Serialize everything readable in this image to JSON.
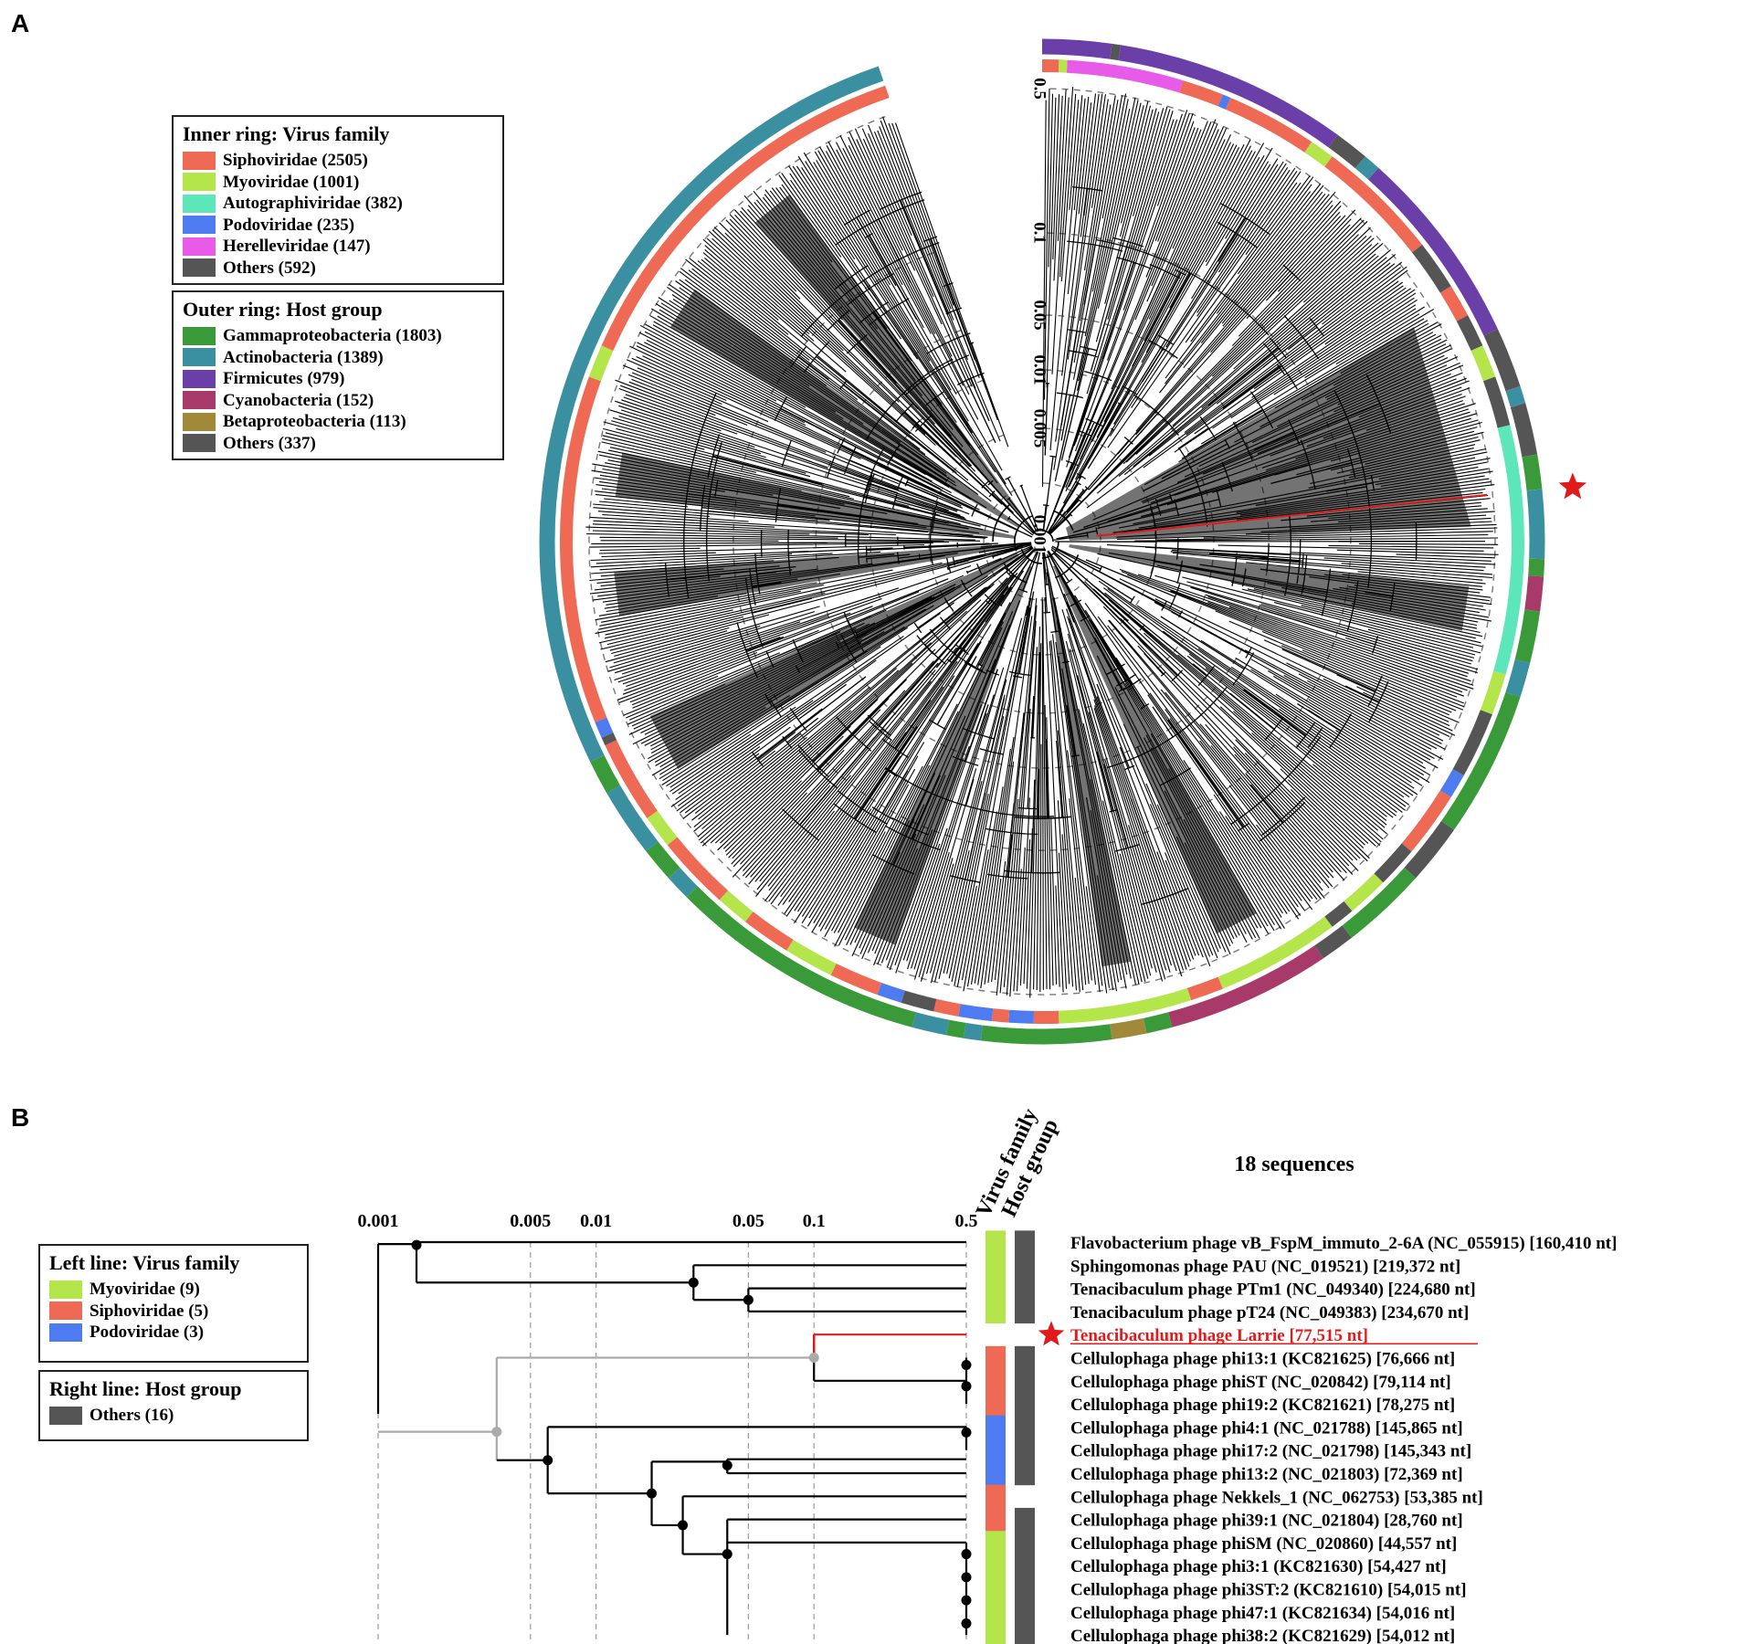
{
  "panels": {
    "a": "A",
    "b": "B"
  },
  "colors": {
    "siphoviridae": "#ee6a55",
    "myoviridae": "#b4e64b",
    "autographiviridae": "#5de6b9",
    "podoviridae": "#4f7bf0",
    "herelleviridae": "#e85ae8",
    "others": "#555555",
    "gammaproteobacteria": "#3a9a3a",
    "actinobacteria": "#3a8fa0",
    "firmicutes": "#6a40a8",
    "cyanobacteria": "#a83a6a",
    "betaproteobacteria": "#a08a3a",
    "highlight": "#e11b1b"
  },
  "panel_a": {
    "inner_legend": {
      "title": "Inner ring: Virus family",
      "items": [
        {
          "label": "Siphoviridae (2505)",
          "color": "#ee6a55"
        },
        {
          "label": "Myoviridae (1001)",
          "color": "#b4e64b"
        },
        {
          "label": "Autographiviridae (382)",
          "color": "#5de6b9"
        },
        {
          "label": "Podoviridae (235)",
          "color": "#4f7bf0"
        },
        {
          "label": "Herelleviridae (147)",
          "color": "#e85ae8"
        },
        {
          "label": "Others (592)",
          "color": "#555555"
        }
      ]
    },
    "outer_legend": {
      "title": "Outer ring: Host group",
      "items": [
        {
          "label": "Gammaproteobacteria (1803)",
          "color": "#3a9a3a"
        },
        {
          "label": "Actinobacteria (1389)",
          "color": "#3a8fa0"
        },
        {
          "label": "Firmicutes (979)",
          "color": "#6a40a8"
        },
        {
          "label": "Cyanobacteria (152)",
          "color": "#a83a6a"
        },
        {
          "label": "Betaproteobacteria (113)",
          "color": "#a08a3a"
        },
        {
          "label": "Others (337)",
          "color": "#555555"
        }
      ]
    },
    "scale": [
      "0.5",
      "0.1",
      "0.05",
      "0.01",
      "0.005",
      "0.001"
    ],
    "outer_ring": [
      {
        "to": 8,
        "c": "firmicutes"
      },
      {
        "to": 9,
        "c": "others"
      },
      {
        "to": 36,
        "c": "firmicutes"
      },
      {
        "to": 40,
        "c": "others"
      },
      {
        "to": 42,
        "c": "actinobacteria"
      },
      {
        "to": 65,
        "c": "firmicutes"
      },
      {
        "to": 72,
        "c": "others"
      },
      {
        "to": 74,
        "c": "actinobacteria"
      },
      {
        "to": 80,
        "c": "others"
      },
      {
        "to": 84,
        "c": "gammaproteobacteria"
      },
      {
        "to": 92,
        "c": "actinobacteria"
      },
      {
        "to": 94,
        "c": "gammaproteobacteria"
      },
      {
        "to": 98,
        "c": "cyanobacteria"
      },
      {
        "to": 104,
        "c": "gammaproteobacteria"
      },
      {
        "to": 108,
        "c": "actinobacteria"
      },
      {
        "to": 125,
        "c": "gammaproteobacteria"
      },
      {
        "to": 132,
        "c": "others"
      },
      {
        "to": 142,
        "c": "gammaproteobacteria"
      },
      {
        "to": 146,
        "c": "others"
      },
      {
        "to": 165,
        "c": "cyanobacteria"
      },
      {
        "to": 168,
        "c": "gammaproteobacteria"
      },
      {
        "to": 172,
        "c": "betaproteobacteria"
      },
      {
        "to": 187,
        "c": "gammaproteobacteria"
      },
      {
        "to": 189,
        "c": "actinobacteria"
      },
      {
        "to": 191,
        "c": "gammaproteobacteria"
      },
      {
        "to": 195,
        "c": "actinobacteria"
      },
      {
        "to": 225,
        "c": "gammaproteobacteria"
      },
      {
        "to": 228,
        "c": "actinobacteria"
      },
      {
        "to": 232,
        "c": "gammaproteobacteria"
      },
      {
        "to": 240,
        "c": "actinobacteria"
      },
      {
        "to": 244,
        "c": "gammaproteobacteria"
      },
      {
        "to": 341,
        "c": "actinobacteria"
      }
    ],
    "inner_ring": [
      {
        "to": 2,
        "c": "siphoviridae"
      },
      {
        "to": 3,
        "c": "myoviridae"
      },
      {
        "to": 17,
        "c": "herelleviridae"
      },
      {
        "to": 22,
        "c": "siphoviridae"
      },
      {
        "to": 23,
        "c": "podoviridae"
      },
      {
        "to": 34,
        "c": "siphoviridae"
      },
      {
        "to": 37,
        "c": "myoviridae"
      },
      {
        "to": 52,
        "c": "siphoviridae"
      },
      {
        "to": 58,
        "c": "others"
      },
      {
        "to": 62,
        "c": "siphoviridae"
      },
      {
        "to": 66,
        "c": "others"
      },
      {
        "to": 70,
        "c": "myoviridae"
      },
      {
        "to": 76,
        "c": "others"
      },
      {
        "to": 106,
        "c": "autographiviridae"
      },
      {
        "to": 111,
        "c": "myoviridae"
      },
      {
        "to": 119,
        "c": "others"
      },
      {
        "to": 122,
        "c": "podoviridae"
      },
      {
        "to": 130,
        "c": "siphoviridae"
      },
      {
        "to": 135,
        "c": "others"
      },
      {
        "to": 140,
        "c": "myoviridae"
      },
      {
        "to": 143,
        "c": "others"
      },
      {
        "to": 158,
        "c": "myoviridae"
      },
      {
        "to": 162,
        "c": "siphoviridae"
      },
      {
        "to": 178,
        "c": "myoviridae"
      },
      {
        "to": 181,
        "c": "siphoviridae"
      },
      {
        "to": 184,
        "c": "podoviridae"
      },
      {
        "to": 186,
        "c": "siphoviridae"
      },
      {
        "to": 190,
        "c": "podoviridae"
      },
      {
        "to": 193,
        "c": "siphoviridae"
      },
      {
        "to": 197,
        "c": "others"
      },
      {
        "to": 200,
        "c": "podoviridae"
      },
      {
        "to": 206,
        "c": "siphoviridae"
      },
      {
        "to": 212,
        "c": "myoviridae"
      },
      {
        "to": 218,
        "c": "siphoviridae"
      },
      {
        "to": 222,
        "c": "myoviridae"
      },
      {
        "to": 231,
        "c": "siphoviridae"
      },
      {
        "to": 235,
        "c": "myoviridae"
      },
      {
        "to": 245,
        "c": "siphoviridae"
      },
      {
        "to": 246,
        "c": "others"
      },
      {
        "to": 248,
        "c": "podoviridae"
      },
      {
        "to": 290,
        "c": "siphoviridae"
      },
      {
        "to": 294,
        "c": "myoviridae"
      },
      {
        "to": 341,
        "c": "siphoviridae"
      }
    ],
    "star_angle": 84
  },
  "panel_b": {
    "heading": "18 sequences",
    "col_virus": "Virus family",
    "col_host": "Host group",
    "scale": [
      {
        "label": "0.001",
        "value": 0.001
      },
      {
        "label": "0.005",
        "value": 0.005
      },
      {
        "label": "0.01",
        "value": 0.01
      },
      {
        "label": "0.05",
        "value": 0.05
      },
      {
        "label": "0.1",
        "value": 0.1
      },
      {
        "label": "0.5",
        "value": 0.5
      }
    ],
    "left_legend": {
      "title": "Left line: Virus family",
      "items": [
        {
          "label": "Myoviridae (9)",
          "color": "#b4e64b"
        },
        {
          "label": "Siphoviridae (5)",
          "color": "#ee6a55"
        },
        {
          "label": "Podoviridae (3)",
          "color": "#4f7bf0"
        }
      ]
    },
    "right_legend": {
      "title": "Right line: Host group",
      "items": [
        {
          "label": "Others (16)",
          "color": "#555555"
        }
      ]
    },
    "taxa": [
      {
        "name": "Flavobacterium phage vB_FspM_immuto_2-6A (NC_055915) [160,410 nt]",
        "family": "myoviridae",
        "host": "others"
      },
      {
        "name": "Sphingomonas phage PAU (NC_019521) [219,372 nt]",
        "family": "myoviridae",
        "host": "others"
      },
      {
        "name": "Tenacibaculum phage PTm1 (NC_049340) [224,680 nt]",
        "family": "myoviridae",
        "host": "others"
      },
      {
        "name": "Tenacibaculum phage pT24 (NC_049383) [234,670 nt]",
        "family": "myoviridae",
        "host": "others"
      },
      {
        "name": "Tenacibaculum phage Larrie [77,515 nt]",
        "family": "",
        "host": "",
        "highlight": true
      },
      {
        "name": "Cellulophaga phage phi13:1 (KC821625) [76,666 nt]",
        "family": "siphoviridae",
        "host": "others"
      },
      {
        "name": "Cellulophaga phage phiST (NC_020842) [79,114 nt]",
        "family": "siphoviridae",
        "host": "others"
      },
      {
        "name": "Cellulophaga phage phi19:2 (KC821621) [78,275 nt]",
        "family": "siphoviridae",
        "host": "others"
      },
      {
        "name": "Cellulophaga phage phi4:1 (NC_021788) [145,865 nt]",
        "family": "podoviridae",
        "host": "others"
      },
      {
        "name": "Cellulophaga phage phi17:2 (NC_021798) [145,343 nt]",
        "family": "podoviridae",
        "host": "others"
      },
      {
        "name": "Cellulophaga phage phi13:2 (NC_021803) [72,369 nt]",
        "family": "podoviridae",
        "host": "others"
      },
      {
        "name": "Cellulophaga phage Nekkels_1 (NC_062753) [53,385 nt]",
        "family": "siphoviridae",
        "host": ""
      },
      {
        "name": "Cellulophaga phage phi39:1 (NC_021804) [28,760 nt]",
        "family": "siphoviridae",
        "host": "others"
      },
      {
        "name": "Cellulophaga phage phiSM (NC_020860) [44,557 nt]",
        "family": "myoviridae",
        "host": "others"
      },
      {
        "name": "Cellulophaga phage phi3:1 (KC821630) [54,427 nt]",
        "family": "myoviridae",
        "host": "others"
      },
      {
        "name": "Cellulophaga phage phi3ST:2 (KC821610) [54,015 nt]",
        "family": "myoviridae",
        "host": "others"
      },
      {
        "name": "Cellulophaga phage phi47:1 (KC821634) [54,016 nt]",
        "family": "myoviridae",
        "host": "others"
      },
      {
        "name": "Cellulophaga phage phi38:2 (KC821629) [54,012 nt]",
        "family": "myoviridae",
        "host": "others"
      }
    ]
  }
}
